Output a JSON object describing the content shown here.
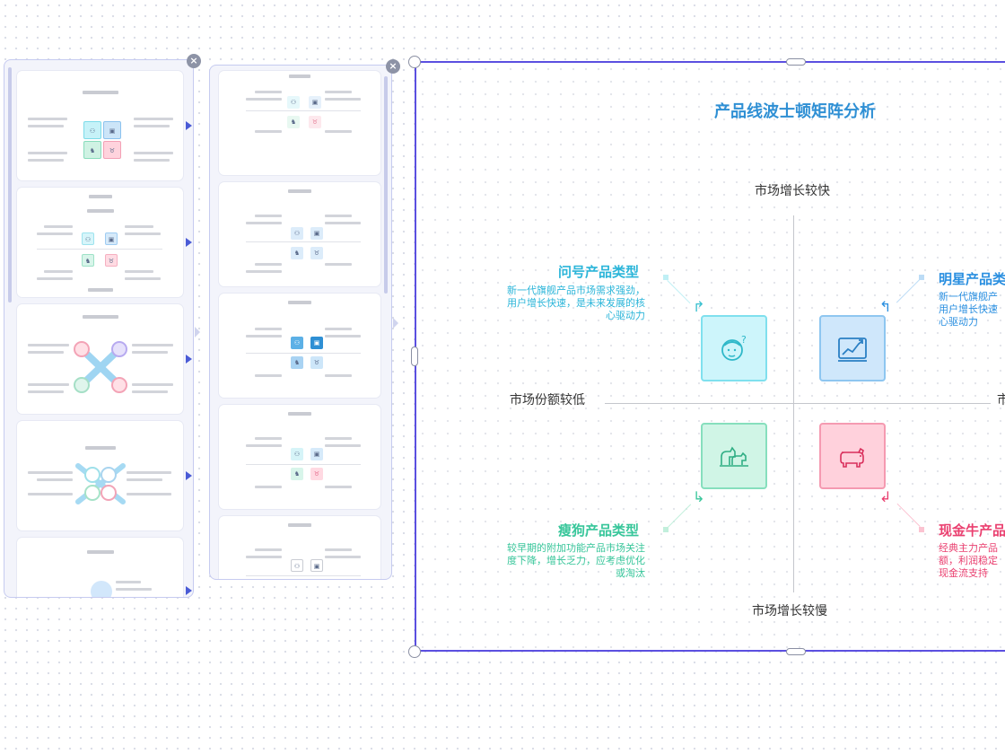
{
  "canvas": {
    "title": "产品线波士顿矩阵分析",
    "axis": {
      "top": "市场增长较快",
      "bottom": "市场增长较慢",
      "left": "市场份额较低",
      "right": "市"
    },
    "quadrants": {
      "question": {
        "title": "问号产品类型",
        "desc": [
          "新一代旗舰产品市场需求强劲，",
          "用户增长快速，是未来发展的核",
          "心驱动力"
        ],
        "icon": "question-face-icon",
        "color": "#38c0cf"
      },
      "star": {
        "title": "明星产品类",
        "desc": [
          "新一代旗舰产",
          "用户增长快速",
          "心驱动力"
        ],
        "icon": "trend-chart-icon",
        "color": "#2a8fe0"
      },
      "dog": {
        "title": "瘦狗产品类型",
        "desc": [
          "较早期的附加功能产品市场关注",
          "度下降，增长乏力，应考虑优化",
          "或淘汰"
        ],
        "icon": "dogs-icon",
        "color": "#37c69a"
      },
      "cow": {
        "title": "现金牛产品",
        "desc": [
          "经典主力产品",
          "额，利润稳定",
          "现金流支持"
        ],
        "icon": "cow-icon",
        "color": "#ea3f6f"
      }
    }
  },
  "sidebar": {
    "close_label": "×"
  },
  "thumb_icons": {
    "a": "⚇",
    "b": "▣",
    "c": "♞",
    "d": "♉"
  },
  "colors": {
    "accent": "#5b4fe0",
    "title": "#2e8fd4"
  }
}
